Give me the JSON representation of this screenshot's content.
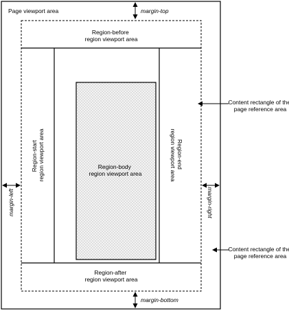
{
  "labels": {
    "page_viewport": "Page viewport area",
    "margin_top": "margin-top",
    "margin_bottom": "margin-bottom",
    "margin_left": "margin-left",
    "margin_right": "margin-right",
    "region_before": [
      "Region-before",
      "region viewport area"
    ],
    "region_after": [
      "Region-after",
      "region viewport area"
    ],
    "region_start": [
      "Region-start",
      "region viewport area"
    ],
    "region_end": [
      "Region-end",
      "region viewport area"
    ],
    "region_body": [
      "Region-body",
      "region viewport area"
    ],
    "content_rect_upper": [
      "Content rectangle of the",
      "page reference area"
    ],
    "content_rect_lower": [
      "Content rectangle of the",
      "page reference area"
    ]
  },
  "colors": {
    "line": "#000000",
    "stipple_dot": "#8a8a8a",
    "stipple_bg": "#f4f4f4"
  }
}
